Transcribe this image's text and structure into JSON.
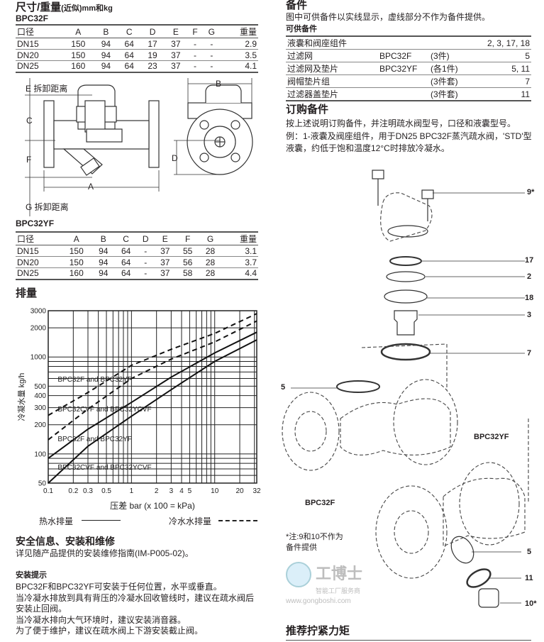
{
  "dimensions": {
    "title": "尺寸/重量",
    "title_suffix": "(近似)mm和kg",
    "bpc32f": {
      "model": "BPC32F",
      "headers": [
        "口径",
        "A",
        "B",
        "C",
        "D",
        "E",
        "F",
        "G",
        "重量"
      ],
      "rows": [
        [
          "DN15",
          "150",
          "94",
          "64",
          "17",
          "37",
          "-",
          "-",
          "2.9"
        ],
        [
          "DN20",
          "150",
          "94",
          "64",
          "19",
          "37",
          "-",
          "-",
          "3.5"
        ],
        [
          "DN25",
          "160",
          "94",
          "64",
          "23",
          "37",
          "-",
          "-",
          "4.1"
        ]
      ]
    },
    "bpc32yf": {
      "model": "BPC32YF",
      "headers": [
        "口径",
        "A",
        "B",
        "C",
        "D",
        "E",
        "F",
        "G",
        "重量"
      ],
      "rows": [
        [
          "DN15",
          "150",
          "94",
          "64",
          "-",
          "37",
          "55",
          "28",
          "3.1"
        ],
        [
          "DN20",
          "150",
          "94",
          "64",
          "-",
          "37",
          "56",
          "28",
          "3.7"
        ],
        [
          "DN25",
          "160",
          "94",
          "64",
          "-",
          "37",
          "58",
          "28",
          "4.4"
        ]
      ]
    },
    "drawing": {
      "e_label": "E 拆卸距离",
      "g_label": "G 拆卸距离",
      "a": "A",
      "b": "B",
      "c": "C",
      "d": "D",
      "f": "F"
    }
  },
  "capacity": {
    "title": "排量",
    "legend_hot": "热水排量",
    "legend_cold": "冷水水排量"
  },
  "chart_data": {
    "type": "line",
    "title": "",
    "xlabel": "压差 bar (x 100 = kPa)",
    "ylabel": "冷凝水量 kg/h",
    "x_scale": "log",
    "y_scale": "log",
    "xlim": [
      0.1,
      32
    ],
    "ylim": [
      50,
      3000
    ],
    "x_ticks": [
      0.1,
      0.2,
      0.3,
      0.5,
      1,
      2,
      3,
      4,
      5,
      10,
      20,
      32
    ],
    "x_tick_labels": [
      "0.1",
      "0.2",
      "0.3",
      "0.5",
      "1",
      "2",
      "3",
      "4",
      "5",
      "10",
      "20",
      "32"
    ],
    "y_ticks": [
      50,
      100,
      200,
      300,
      400,
      500,
      1000,
      2000,
      3000
    ],
    "y_tick_labels": [
      "50",
      "100",
      "200",
      "300",
      "400",
      "500",
      "1000",
      "2000",
      "3000"
    ],
    "grid": true,
    "series": [
      {
        "name": "BPC32F and BPC32YF",
        "style": "dashed",
        "x": [
          0.1,
          0.3,
          1,
          3,
          10,
          32
        ],
        "y": [
          250,
          430,
          820,
          1200,
          1750,
          2800
        ]
      },
      {
        "name": "BPC32CVF and BPC32YCVF",
        "style": "dashed",
        "x": [
          0.1,
          0.3,
          1,
          3,
          10,
          32
        ],
        "y": [
          140,
          290,
          600,
          950,
          1430,
          2350
        ]
      },
      {
        "name": "BPC32F and BPC32YF",
        "style": "solid",
        "x": [
          0.1,
          0.3,
          1,
          3,
          10,
          32
        ],
        "y": [
          90,
          180,
          340,
          620,
          1100,
          1800
        ]
      },
      {
        "name": "BPC32CVF and BPC32YCVF",
        "style": "solid",
        "x": [
          0.1,
          0.3,
          1,
          3,
          10,
          32
        ],
        "y": [
          50,
          120,
          245,
          460,
          900,
          1500
        ]
      }
    ]
  },
  "safety": {
    "title": "安全信息、安装和维修",
    "text": "详见随产品提供的安装维修指南(IM-P005-02)。",
    "tips_title": "安装提示",
    "tips": [
      "BPC32F和BPC32YF可安装于任何位置，水平或垂直。",
      "当冷凝水排放到具有背压的冷凝水回收管线时，建议在疏水阀后",
      "安装止回阀。",
      "当冷凝水排向大气环境时，建议安装消音器。",
      "为了便于维护，建议在疏水阀上下游安装截止阀。"
    ]
  },
  "watermark": {
    "text": "工博士",
    "sub": "智能工厂服务商",
    "url": "www.gongboshi.com"
  },
  "spares": {
    "title": "备件",
    "desc": "图中可供备件以实线显示，虚线部分不作为备件提供。",
    "subtitle": "可供备件",
    "rows": [
      [
        "液囊和阀座组件",
        "",
        "",
        "2, 3, 17, 18"
      ],
      [
        "过滤网",
        "BPC32F",
        "(3件)",
        "5"
      ],
      [
        "过滤网及垫片",
        "BPC32YF",
        "(各1件)",
        "5, 11"
      ],
      [
        "阀帽垫片组",
        "",
        "(3件套)",
        "7"
      ],
      [
        "过滤器盖垫片",
        "",
        "(3件套)",
        "11"
      ]
    ]
  },
  "ordering": {
    "title": "订购备件",
    "text1": "按上述说明订购备件，并注明疏水阀型号，口径和液囊型号。",
    "text2": "例：1-液囊及阀座组件，用于DN25 BPC32F蒸汽疏水阀，'STD'型",
    "text3": "液囊，约低于饱和温度12°C时排放冷凝水。"
  },
  "exploded": {
    "callouts": [
      "9*",
      "17",
      "2",
      "18",
      "3",
      "7",
      "5",
      "5",
      "11",
      "10*"
    ],
    "bpc32f": "BPC32F",
    "bpc32yf": "BPC32YF",
    "note1": "*注:9和10不作为",
    "note2": "备件提供"
  },
  "torque": {
    "title": "推荐拧紧力矩"
  }
}
